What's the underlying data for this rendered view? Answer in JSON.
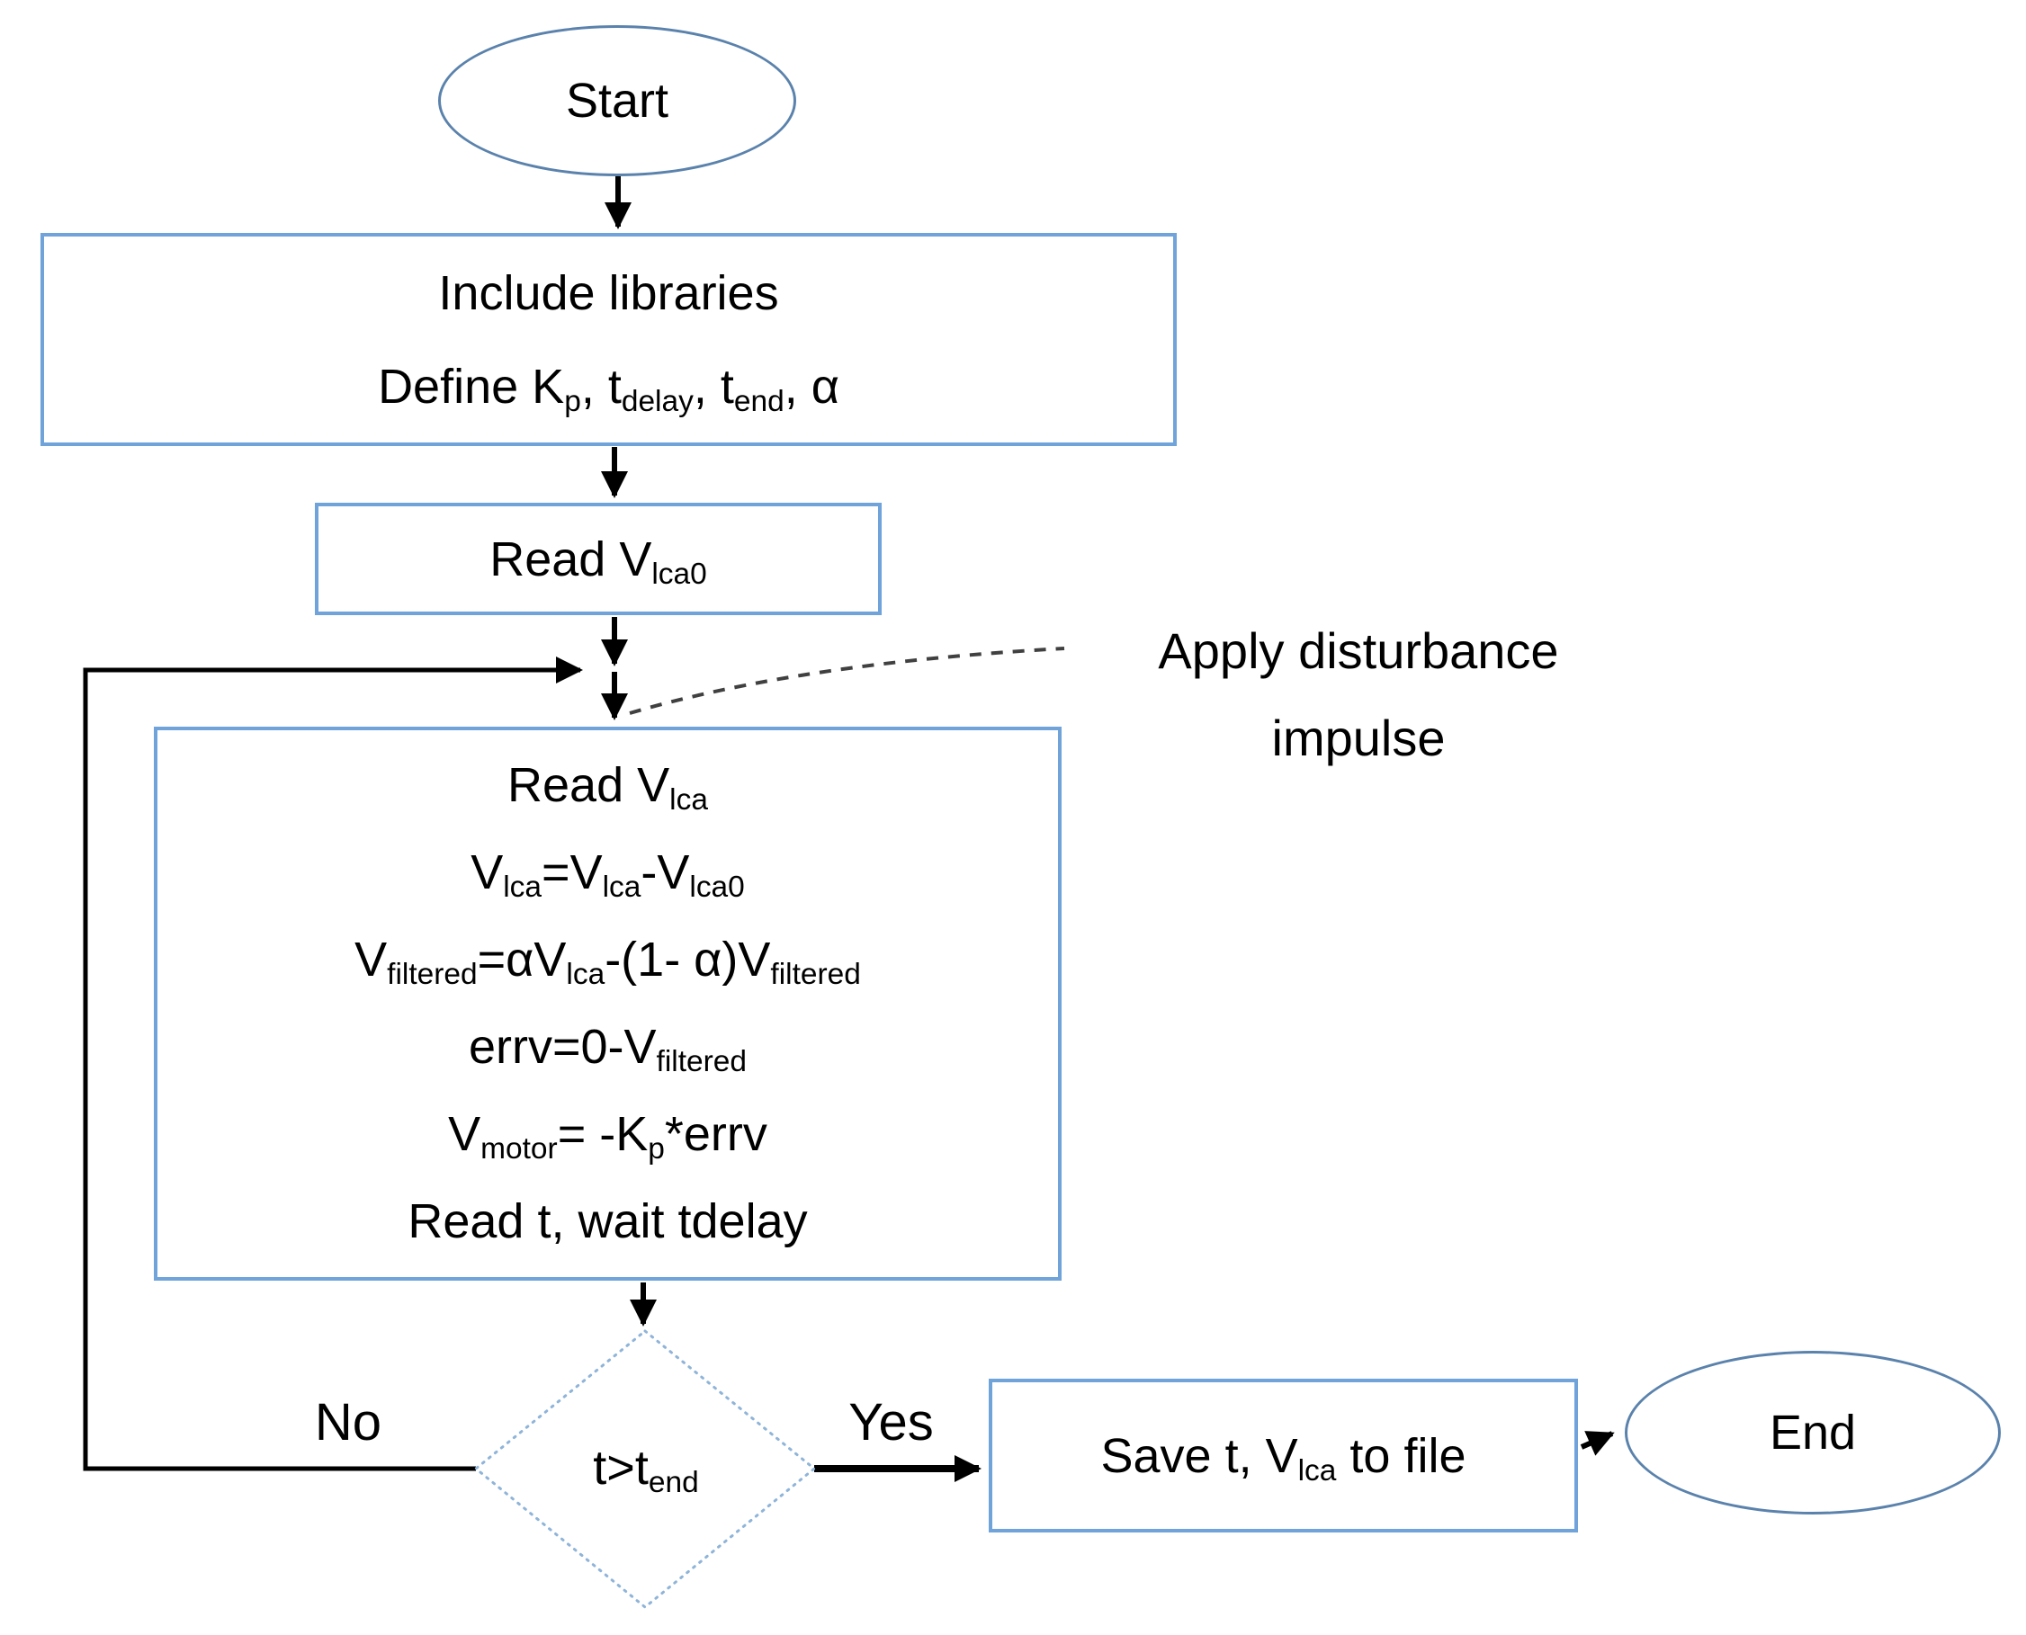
{
  "colors": {
    "box-border": "#6FA3D9",
    "terminator-border": "#5A82AC",
    "diamond-border": "#8FB4D9",
    "connector": "#000000",
    "annotation-connector": "#404040",
    "text": "#000000"
  },
  "nodes": {
    "start": {
      "label": "Start"
    },
    "init": {
      "lines": [
        [
          {
            "t": "Include libraries"
          }
        ],
        [
          {
            "t": "Define K"
          },
          {
            "s": "p"
          },
          {
            "t": ", t"
          },
          {
            "s": "delay"
          },
          {
            "t": ", t"
          },
          {
            "s": "end"
          },
          {
            "t": ", α"
          }
        ]
      ]
    },
    "read_initial": {
      "line": [
        {
          "t": "Read V"
        },
        {
          "s": "lca0"
        }
      ]
    },
    "loop_body": {
      "lines": [
        [
          {
            "t": "Read V"
          },
          {
            "s": "lca"
          }
        ],
        [
          {
            "t": "V"
          },
          {
            "s": "lca"
          },
          {
            "t": "=V"
          },
          {
            "s": "lca"
          },
          {
            "t": "-V"
          },
          {
            "s": "lca0"
          }
        ],
        [
          {
            "t": "V"
          },
          {
            "s": "filtered"
          },
          {
            "t": "=αV"
          },
          {
            "s": "lca"
          },
          {
            "t": "-(1- α)V"
          },
          {
            "s": "filtered"
          }
        ],
        [
          {
            "t": "errv=0-V"
          },
          {
            "s": "filtered"
          }
        ],
        [
          {
            "t": "V"
          },
          {
            "s": "motor"
          },
          {
            "t": "= -K"
          },
          {
            "s": "p"
          },
          {
            "t": "*errv"
          }
        ],
        [
          {
            "t": "Read t, wait tdelay"
          }
        ]
      ]
    },
    "decision": {
      "line": [
        {
          "t": "t>t"
        },
        {
          "s": "end"
        }
      ]
    },
    "save": {
      "line": [
        {
          "t": "Save t, V"
        },
        {
          "s": "lca"
        },
        {
          "t": " to file"
        }
      ]
    },
    "end": {
      "label": "End"
    }
  },
  "annotation": {
    "line1": "Apply disturbance",
    "line2": "impulse"
  },
  "edge_labels": {
    "no": "No",
    "yes": "Yes"
  }
}
